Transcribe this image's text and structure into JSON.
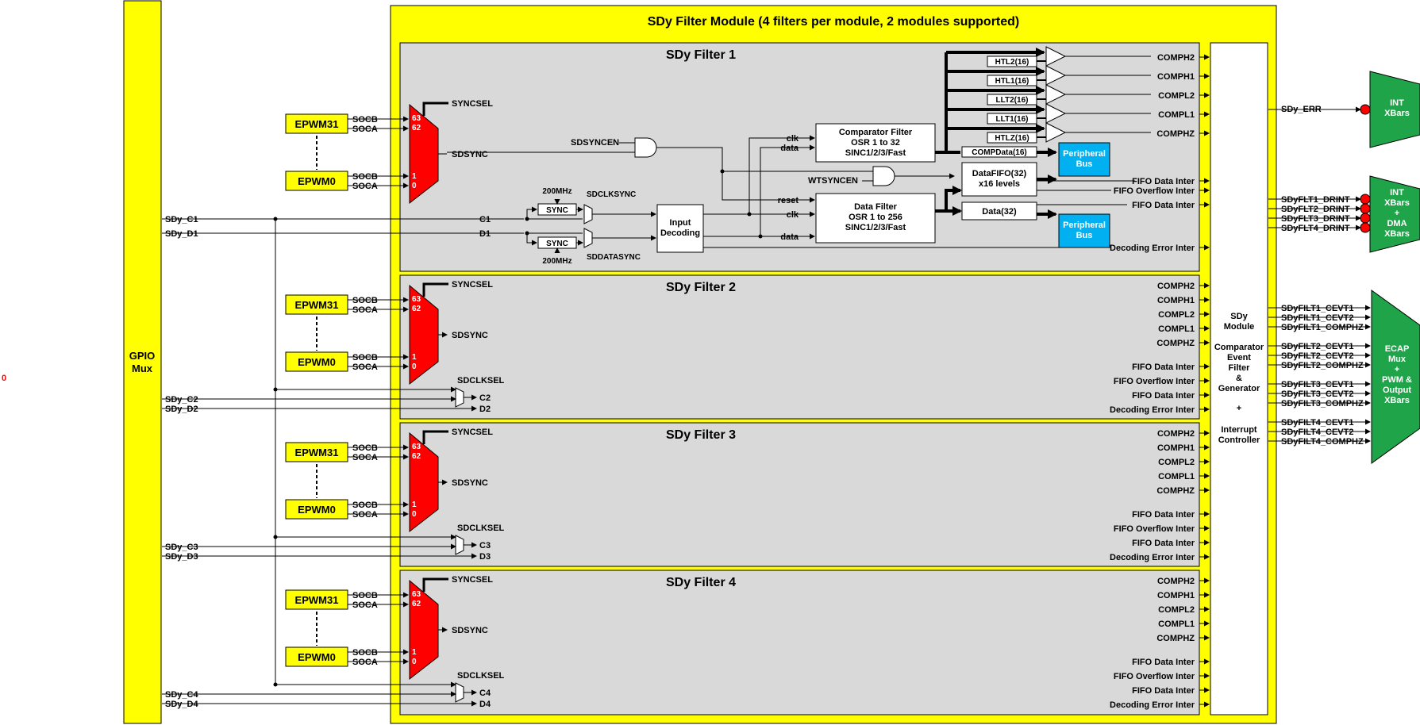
{
  "left_marker": "0",
  "gpio": {
    "label": "GPIO\nMux"
  },
  "module": {
    "title": "SDy Filter  Module (4 filters per module, 2 modules supported)"
  },
  "pwm": {
    "epwm31": "EPWM31",
    "epwm0": "EPWM0",
    "socb": "SOCB",
    "soca": "SOCA",
    "mux_hi": "63\n62",
    "mux_lo": "1\n0",
    "syncsel": "SYNCSEL",
    "sdsync": "SDSYNC"
  },
  "filters": [
    {
      "title": "SDy Filter 1",
      "clk_pin": "SDy_C1",
      "data_pin": "SDy_D1",
      "c": "C1",
      "d": "D1"
    },
    {
      "title": "SDy Filter 2",
      "clk_pin": "SDy_C2",
      "data_pin": "SDy_D2",
      "c": "C2",
      "d": "D2"
    },
    {
      "title": "SDy Filter 3",
      "clk_pin": "SDy_C3",
      "data_pin": "SDy_D3",
      "c": "C3",
      "d": "D3"
    },
    {
      "title": "SDy Filter 4",
      "clk_pin": "SDy_C4",
      "data_pin": "SDy_D4",
      "c": "C4",
      "d": "D4"
    }
  ],
  "sdclksel": "SDCLKSEL",
  "f1": {
    "sdsyncen": "SDSYNCEN",
    "wtsyncen": "WTSYNCEN",
    "f200": "200MHz",
    "sync": "SYNC",
    "sdclksync": "SDCLKSYNC",
    "sddatasync": "SDDATASYNC",
    "input_decoding": "Input\nDecoding",
    "comp_filter": "Comparator Filter\nOSR 1 to 32\nSINC1/2/3/Fast",
    "data_filter": "Data Filter\nOSR 1 to 256\nSINC1/2/3/Fast",
    "clk": "clk",
    "data": "data",
    "reset": "reset",
    "thresholds": [
      "HTL2(16)",
      "HTL1(16)",
      "LLT2(16)",
      "LLT1(16)",
      "HTLZ(16)"
    ],
    "compdata": "COMPData(16)",
    "datafifo": "DataFIFO(32)\nx16 levels",
    "data32": "Data(32)",
    "periph_bus": "Peripheral\nBus"
  },
  "outputs": [
    "COMPH2",
    "COMPH1",
    "COMPL2",
    "COMPL1",
    "COMPHZ",
    "FIFO Data Inter",
    "FIFO Overflow Inter",
    "FIFO Data Inter",
    "Decoding Error Inter"
  ],
  "sdy_module": {
    "title": "SDy\nModule",
    "body": "Comparator\nEvent\nFilter\n&\nGenerator",
    "plus": "+",
    "irq": "Interrupt\nController"
  },
  "signals": {
    "err": "SDy_ERR",
    "drint": [
      "SDyFLT1_DRINT",
      "SDyFLT2_DRINT",
      "SDyFLT3_DRINT",
      "SDyFLT4_DRINT"
    ],
    "cevt": [
      "SDyFILT1_CEVT1",
      "SDyFILT1_CEVT2",
      "SDyFILT1_COMPHZ",
      "SDyFILT2_CEVT1",
      "SDyFILT2_CEVT2",
      "SDyFILT2_COMPHZ",
      "SDyFILT3_CEVT1",
      "SDyFILT3_CEVT2",
      "SDyFILT3_COMPHZ",
      "SDyFILT4_CEVT1",
      "SDyFILT4_CEVT2",
      "SDyFILT4_COMPHZ"
    ]
  },
  "xbars": {
    "int": "INT\nXBars",
    "int_dma": "INT\nXBars\n+\nDMA\nXBars",
    "ecap": "ECAP\nMux\n+\nPWM &\nOutput\nXBars"
  },
  "colors": {
    "yellow": "#ffff00",
    "gray": "#d9d9d9",
    "red": "#ff0000",
    "green": "#1fa44a",
    "blue": "#00b0f0"
  }
}
